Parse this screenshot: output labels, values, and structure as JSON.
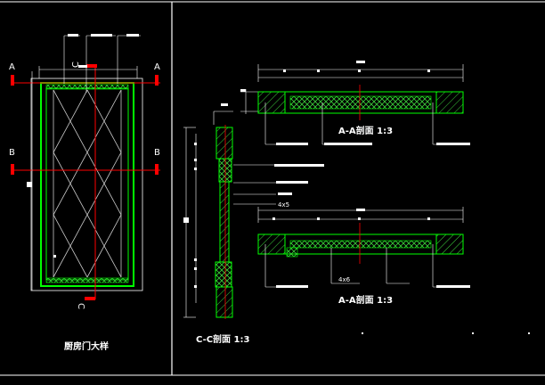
{
  "drawing": {
    "left_panel_title": "厨房门大样",
    "section_cc_title": "C-C剖面  1:3",
    "section_aa_top_title": "A-A剖面  1:3",
    "section_aa_bottom_title": "A-A剖面  1:3",
    "markers": {
      "a_left": "A",
      "a_right": "A",
      "b_left": "B",
      "b_right": "B",
      "c_top": "C",
      "c_bottom": "C"
    },
    "note_small_1": "4x5",
    "note_small_2": "4x6"
  },
  "colors": {
    "background": "#000000",
    "frame_green": "#00ff00",
    "hatch_green": "#3ccf3c",
    "section_red": "#ff0000",
    "line_white": "#ffffff",
    "diamond_grey": "#c8c8c8"
  }
}
